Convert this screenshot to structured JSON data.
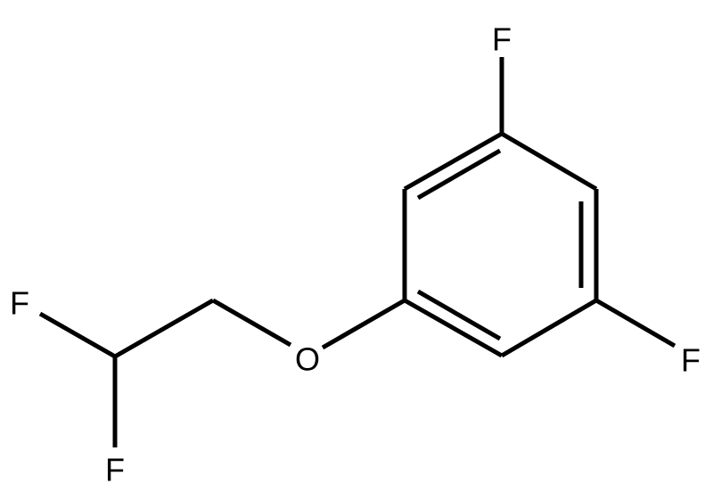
{
  "molecule": {
    "atoms": {
      "f_top": "F",
      "f_right": "F",
      "o_ether": "O",
      "f_left": "F",
      "f_bottom": "F"
    }
  }
}
